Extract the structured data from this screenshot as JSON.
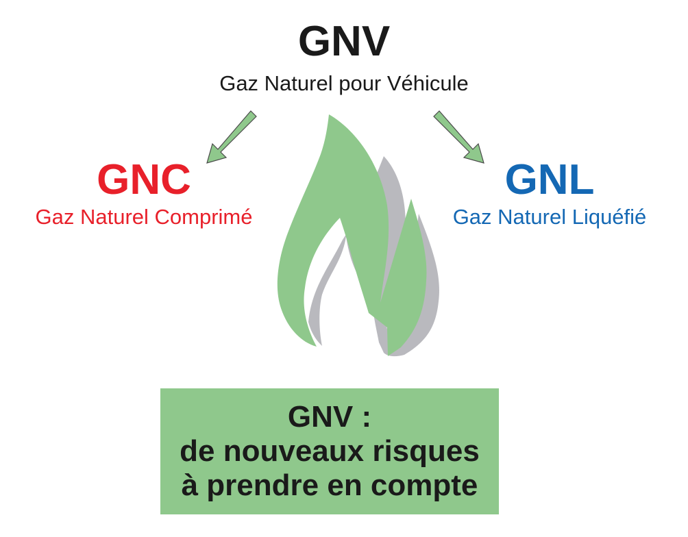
{
  "colors": {
    "green_fill": "#8fc88c",
    "shadow_gray": "#b9b9be",
    "gnc_red": "#e8202a",
    "gnl_blue": "#1468b4",
    "text_dark": "#1a1a1a",
    "arrow_stroke": "#4a4a4a"
  },
  "header": {
    "title": "GNV",
    "subtitle": "Gaz Naturel pour Véhicule"
  },
  "left_branch": {
    "title": "GNC",
    "subtitle": "Gaz Naturel Comprimé"
  },
  "right_branch": {
    "title": "GNL",
    "subtitle": "Gaz Naturel Liquéfié"
  },
  "icons": {
    "center": "flame-icon",
    "arrows": [
      "arrow-down-left-icon",
      "arrow-down-right-icon"
    ]
  },
  "banner": {
    "lines": [
      "GNV :",
      "de nouveaux risques",
      "à prendre en compte"
    ]
  }
}
